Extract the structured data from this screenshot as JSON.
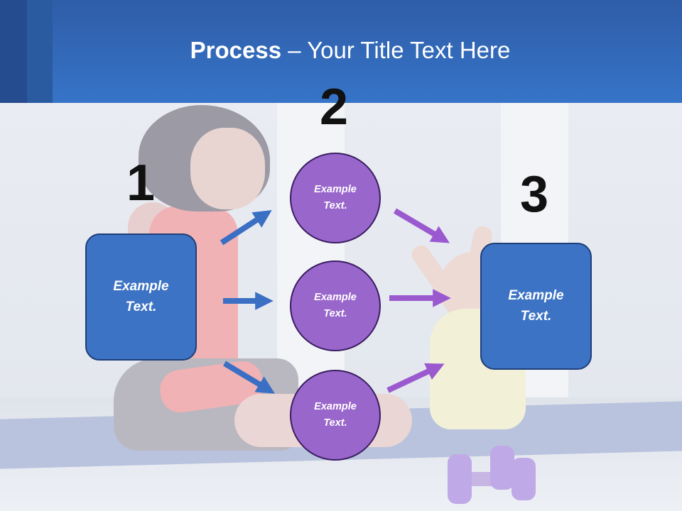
{
  "title": {
    "strong": "Process",
    "rest": " – Your Title Text Here"
  },
  "steps": {
    "one": "1",
    "two": "2",
    "three": "3"
  },
  "left_box": {
    "line1": "Example",
    "line2": "Text."
  },
  "right_box": {
    "line1": "Example",
    "line2": "Text."
  },
  "circles": [
    {
      "line1": "Example",
      "line2": "Text."
    },
    {
      "line1": "Example",
      "line2": "Text."
    },
    {
      "line1": "Example",
      "line2": "Text."
    }
  ],
  "colors": {
    "title_bar": "#3674c8",
    "box_fill": "#3c73c4",
    "circle_fill": "#9966cc",
    "arrow_blue": "#3a6fc4",
    "arrow_purple": "#9b59d0"
  }
}
